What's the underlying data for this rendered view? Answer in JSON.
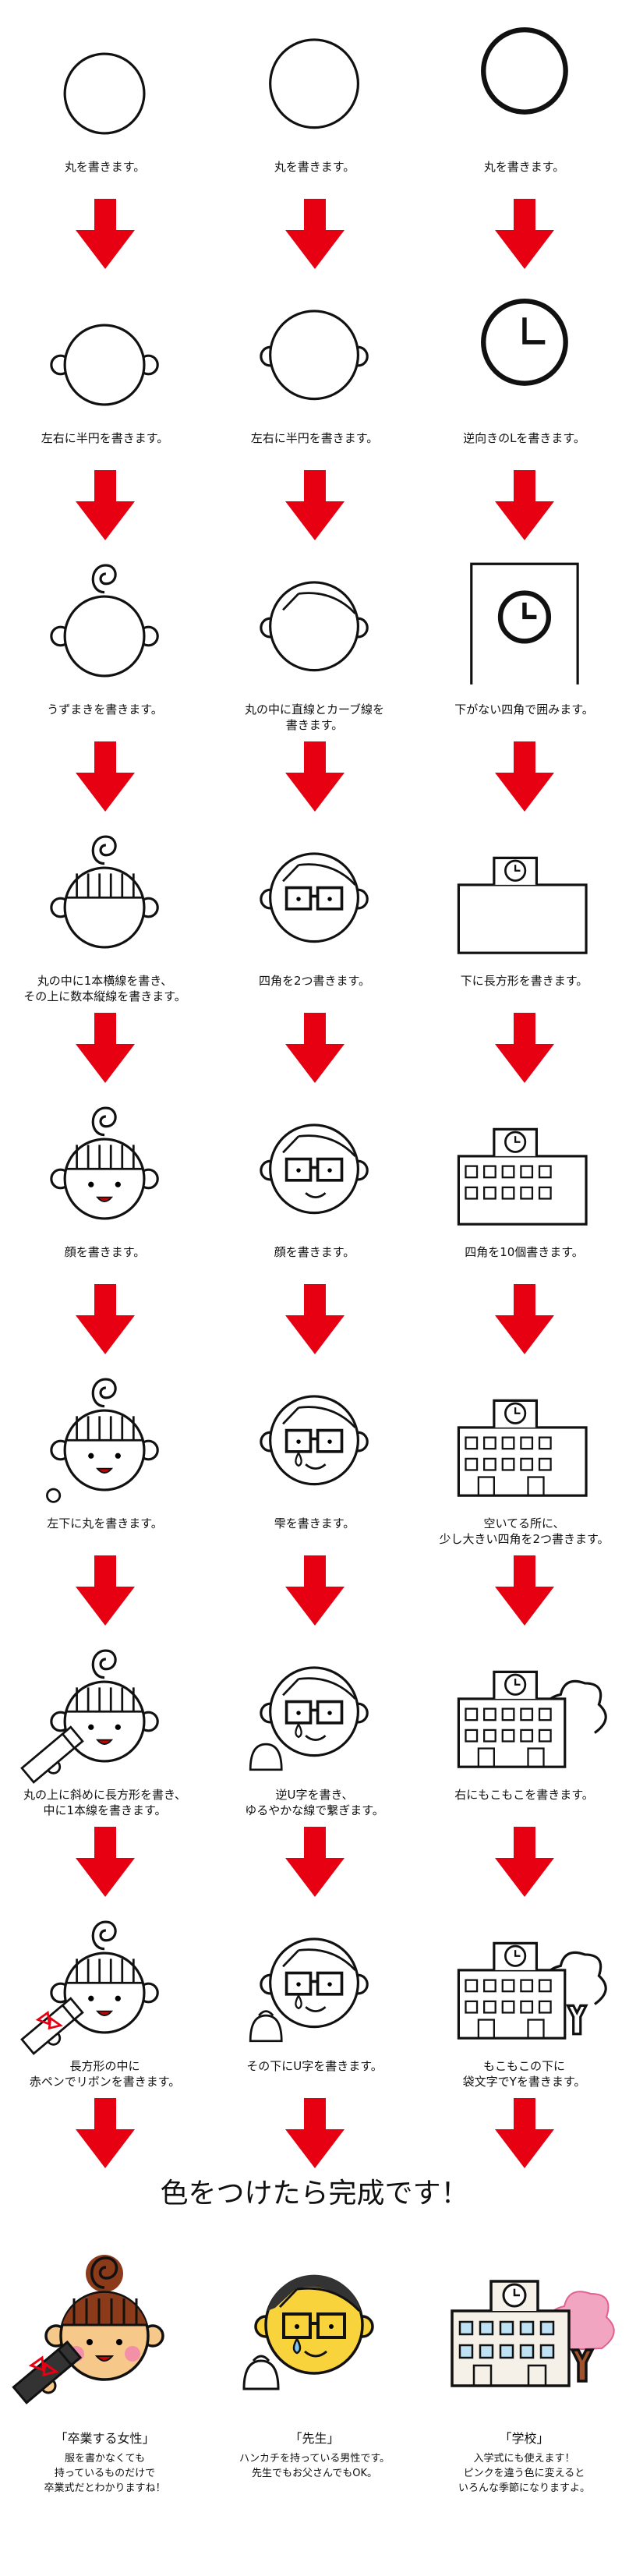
{
  "colors": {
    "arrow": "#e60012",
    "line": "#111111",
    "hair": "#8b3a1a",
    "skin": "#f6c98a",
    "cheek": "#f48fa8",
    "pink": "#f2a5c0",
    "teacher_skin": "#f9d33c"
  },
  "columns": [
    "graduate-woman",
    "teacher",
    "school"
  ],
  "steps": [
    {
      "captions": [
        "丸を書きます。",
        "丸を書きます。",
        "丸を書きます。"
      ]
    },
    {
      "captions": [
        "左右に半円を書きます。",
        "左右に半円を書きます。",
        "逆向きのLを書きます。"
      ]
    },
    {
      "captions": [
        "うずまきを書きます。",
        "丸の中に直線とカーブ線を\n書きます。",
        "下がない四角で囲みます。"
      ]
    },
    {
      "captions": [
        "丸の中に1本横線を書き、\nその上に数本縦線を書きます。",
        "四角を2つ書きます。",
        "下に長方形を書きます。"
      ]
    },
    {
      "captions": [
        "顔を書きます。",
        "顔を書きます。",
        "四角を10個書きます。"
      ]
    },
    {
      "captions": [
        "左下に丸を書きます。",
        "雫を書きます。",
        "空いてる所に、\n少し大きい四角を2つ書きます。"
      ]
    },
    {
      "captions": [
        "丸の上に斜めに長方形を書き、\n中に1本線を書きます。",
        "逆U字を書き、\nゆるやかな線で繋ぎます。",
        "右にもこもこを書きます。"
      ]
    },
    {
      "captions": [
        "長方形の中に\n赤ペンでリボンを書きます。",
        "その下にU字を書きます。",
        "もこもこの下に\n袋文字でYを書きます。"
      ]
    }
  ],
  "final": {
    "title": "色をつけたら完成です！",
    "items": [
      {
        "name": "「卒業する女性」",
        "desc": "服を書かなくても\n持っているものだけで\n卒業式だとわかりますね！"
      },
      {
        "name": "「先生」",
        "desc": "ハンカチを持っている男性です。\n先生でもお父さんでもOK。"
      },
      {
        "name": "「学校」",
        "desc": "入学式にも使えます！\nピンクを違う色に変えると\nいろんな季節になりますよ。"
      }
    ]
  }
}
